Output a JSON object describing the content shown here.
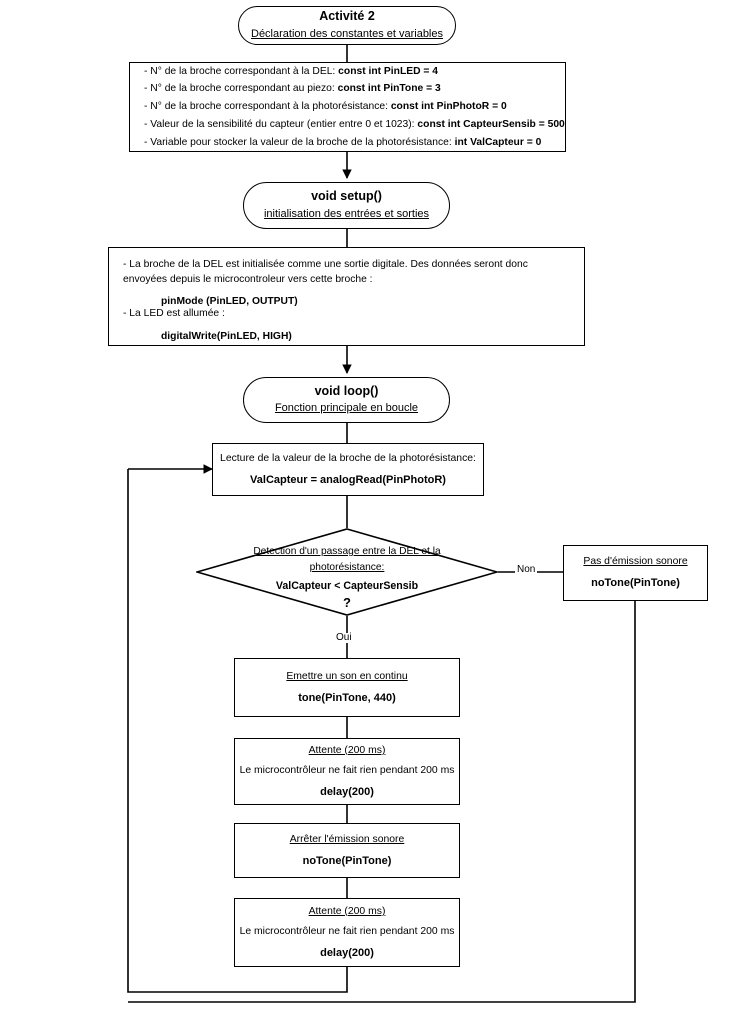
{
  "diagram": {
    "title": "Activité 2",
    "subtitle": "Déclaration des constantes et variables"
  },
  "declarations": {
    "items": [
      {
        "text": "- N° de la broche correspondant à la DEL:",
        "code": "const int PinLED = 4"
      },
      {
        "text": "- N° de la broche correspondant au piezo:",
        "code": "const int PinTone = 3"
      },
      {
        "text": "- N° de la broche correspondant à la photorésistance:",
        "code": "const int PinPhotoR = 0"
      },
      {
        "text": "- Valeur de la sensibilité du capteur (entier entre 0 et 1023):",
        "code": "const int CapteurSensib = 500"
      },
      {
        "text": "- Variable pour stocker la valeur de la broche de la photorésistance:",
        "code": "int ValCapteur = 0"
      }
    ]
  },
  "setup": {
    "title": "void setup()",
    "subtitle": "initialisation des entrées et sorties"
  },
  "setup_body": {
    "para1": "- La broche de la DEL est initialisée comme une sortie digitale. Des données seront donc envoyées depuis le microcontroleur vers cette broche :",
    "code1": "pinMode (PinLED, OUTPUT)",
    "para2": "- La LED est allumée :",
    "code2": "digitalWrite(PinLED, HIGH)"
  },
  "loop": {
    "title": "void loop()",
    "subtitle": "Fonction principale en boucle"
  },
  "read_sensor": {
    "header": "Lecture de la valeur de la broche de la photorésistance:",
    "code": "ValCapteur = analogRead(PinPhotoR)"
  },
  "decision": {
    "line1": "Detection d'un passage entre la DEL et la",
    "line2": "photorésistance:",
    "condition": "ValCapteur < CapteurSensib",
    "mark": "?",
    "label_yes": "Oui",
    "label_no": "Non"
  },
  "no_branch": {
    "header": "Pas d'émission sonore",
    "code": "noTone(PinTone)"
  },
  "steps": [
    {
      "header": "Emettre un son en continu",
      "body": "",
      "code": "tone(PinTone, 440)"
    },
    {
      "header": "Attente (200 ms)",
      "body": "Le microcontrôleur ne fait rien pendant 200 ms",
      "code": "delay(200)"
    },
    {
      "header": "Arrêter l'émission sonore",
      "body": "",
      "code": "noTone(PinTone)"
    },
    {
      "header": "Attente (200 ms)",
      "body": "Le microcontrôleur ne fait rien pendant 200 ms",
      "code": "delay(200)"
    }
  ],
  "colors": {
    "stroke": "#000000",
    "background": "#ffffff"
  }
}
